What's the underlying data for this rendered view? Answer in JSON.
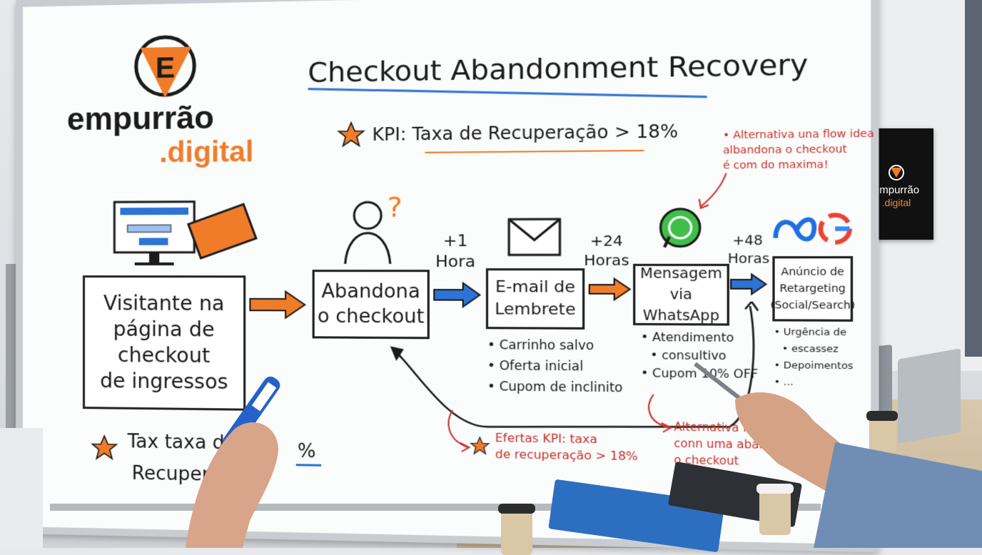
{
  "board": {
    "title": "Checkout Abandonment Recovery",
    "kpi_label": "KPI:",
    "kpi_value": "Taxa de Recuperação > 18%",
    "logo_word_1": "empurrão",
    "logo_word_2": ".digital",
    "annotation_top_1": "• Alternativa una flow idea",
    "annotation_top_2": "albandona o checkout",
    "annotation_top_3": "é com do maxima!",
    "flow": [
      {
        "label_lines": [
          "Visitante na",
          "página de",
          "checkout",
          "de ingressos"
        ]
      },
      {
        "label_lines": [
          "Abandona",
          "o checkout"
        ]
      },
      {
        "timing": [
          "+1",
          "Hora"
        ],
        "label_lines": [
          "E-mail de",
          "Lembrete"
        ],
        "bullets": [
          "Carrinho salvo",
          "Oferta inicial",
          "Cupom de inclinito"
        ]
      },
      {
        "timing": [
          "+24",
          "Horas"
        ],
        "label_lines": [
          "Mensagem",
          "via WhatsApp"
        ],
        "bullets": [
          "Atendimento",
          "consultivo",
          "Cupom 10% OFF"
        ]
      },
      {
        "timing": [
          "+48",
          "Horas"
        ],
        "label_lines": [
          "Anúncio de",
          "Retargeting",
          "(Social/Search)"
        ],
        "bullets": [
          "Urgência de",
          "escassez",
          "Depoimentos",
          "..."
        ]
      }
    ],
    "bottom_kpi_1": "Efertas KPI: taxa",
    "bottom_kpi_2": "de recuperação > 18%",
    "alt_flow_1": "Alternativa flow:",
    "alt_flow_2": "conn uma abandona",
    "alt_flow_3": "o checkout",
    "bottom_left_1": "Tax taxa d",
    "bottom_left_pct": "%",
    "bottom_left_2": "Recuper"
  },
  "poster": {
    "word_1": "empurrão",
    "word_2": ".digital"
  },
  "colors": {
    "orange": "#f07c2a",
    "blue": "#2e73d6",
    "red": "#c8322b",
    "ink": "#1b1b1b"
  }
}
